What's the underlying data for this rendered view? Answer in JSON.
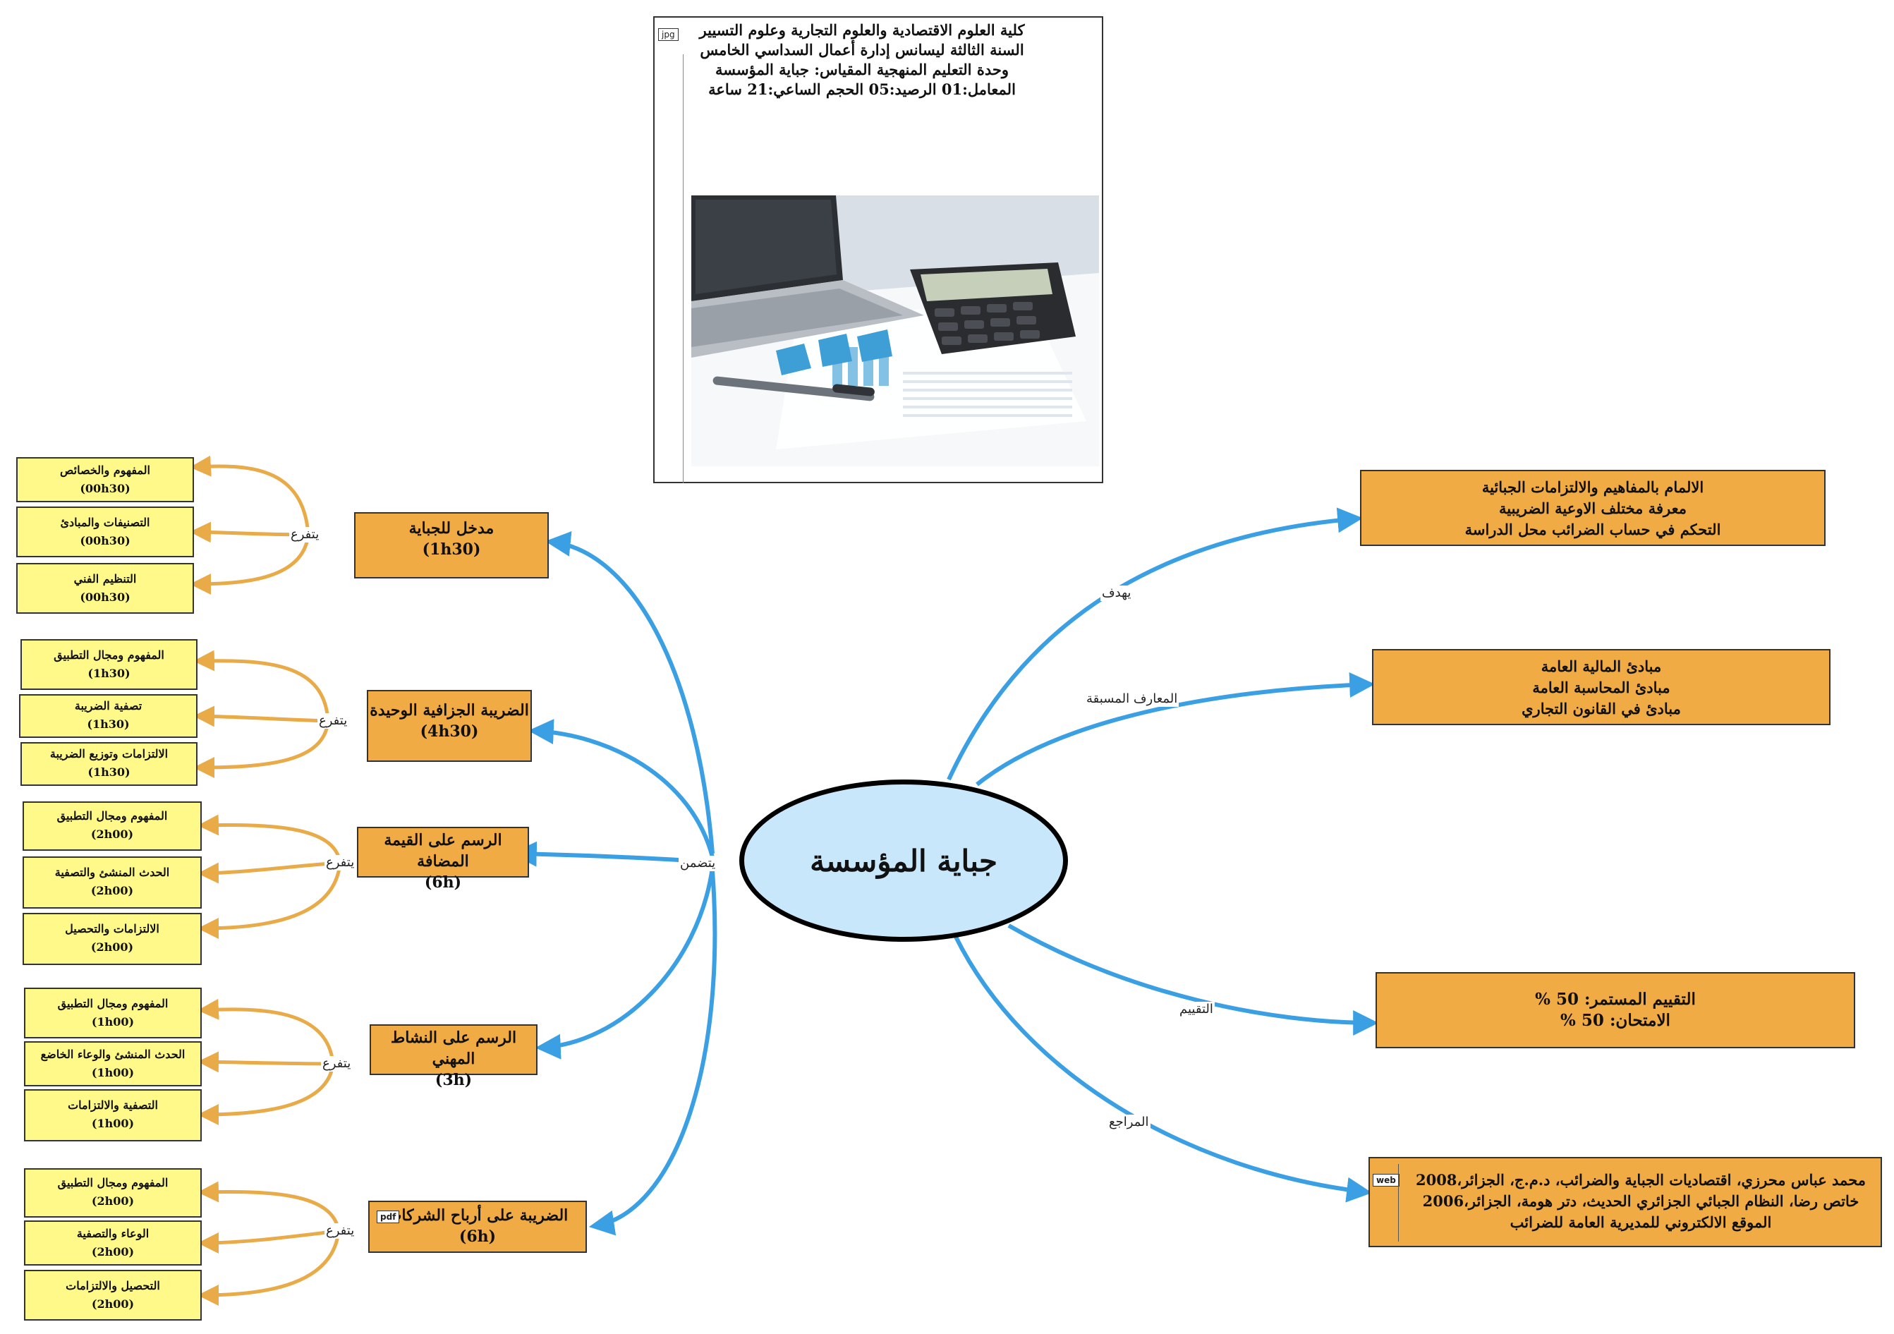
{
  "central": {
    "title": "جباية المؤسسة"
  },
  "course_info": {
    "badge": "jpg",
    "lines": [
      "كلية العلوم الاقتصادية والعلوم التجارية وعلوم التسيير",
      "السنة الثالثة ليسانس إدارة أعمال",
      "السداسي الخامس",
      "وحدة التعليم المنهجية",
      "المقياس: جباية المؤسسة",
      "المعامل:01",
      "الرصيد:05",
      "الحجم الساعي:21 ساعة"
    ],
    "image": "calculator-laptop-photo"
  },
  "edge_labels": {
    "contains": "يتضمن",
    "branches": "يتفرع",
    "aims": "يهدف",
    "prior": "المعارف المسبقة",
    "evaluation": "التقييم",
    "references": "المراجع"
  },
  "topics": [
    {
      "title": "مدخل للجباية",
      "hours": "(1h30)",
      "subs": [
        {
          "title": "المفهوم والخصائص",
          "hours": "(00h30)"
        },
        {
          "title": "التصنيفات والمبادئ",
          "hours": "(00h30)"
        },
        {
          "title": "التنظيم الفني",
          "hours": "(00h30)"
        }
      ]
    },
    {
      "title": "الضريبة الجزافية الوحيدة",
      "hours": "(4h30)",
      "subs": [
        {
          "title": "المفهوم ومجال التطبيق",
          "hours": "(1h30)"
        },
        {
          "title": "تصفية الضريبة",
          "hours": "(1h30)"
        },
        {
          "title": "الالتزامات وتوزيع الضريبة",
          "hours": "(1h30)"
        }
      ]
    },
    {
      "title": "الرسم على القيمة المضافة",
      "hours": "(6h)",
      "subs": [
        {
          "title": "المفهوم ومجال التطبيق",
          "hours": "(2h00)"
        },
        {
          "title": "الحدث المنشئ والتصفية",
          "hours": "(2h00)"
        },
        {
          "title": "الالتزامات والتحصيل",
          "hours": "(2h00)"
        }
      ]
    },
    {
      "title": "الرسم على النشاط المهني",
      "hours": "(3h)",
      "subs": [
        {
          "title": "المفهوم ومجال التطبيق",
          "hours": "(1h00)"
        },
        {
          "title": "الحدث المنشئ والوعاء الخاضع",
          "hours": "(1h00)"
        },
        {
          "title": "التصفية والالتزامات",
          "hours": "(1h00)"
        }
      ]
    },
    {
      "title": "الضريبة على أرباح الشركات",
      "hours": "(6h)",
      "badge": "pdf",
      "subs": [
        {
          "title": "المفهوم ومجال التطبيق",
          "hours": "(2h00)"
        },
        {
          "title": "الوعاء والتصفية",
          "hours": "(2h00)"
        },
        {
          "title": "التحصيل والالتزامات",
          "hours": "(2h00)"
        }
      ]
    }
  ],
  "objectives": [
    "الالمام بالمفاهيم والالتزامات الجبائية",
    "معرفة مختلف الاوعية الضريبية",
    "التحكم في حساب الضرائب محل الدراسة"
  ],
  "prerequisites": [
    "مبادئ المالية العامة",
    "مبادئ المحاسبة العامة",
    "مبادئ في القانون التجاري"
  ],
  "evaluation": [
    "التقييم المستمر: 50 %",
    "الامتحان: 50 %"
  ],
  "references": {
    "badge": "web",
    "lines": [
      "محمد عباس محرزي، اقتصاديات الجباية والضرائب، د.م.ج، الجزائر،2008",
      "خاتص رضا، النظام الجبائي الجزائري الحديث، دتر هومة، الجزائر،2006",
      "الموقع الالكتروني للمديرية العامة للضرائب"
    ]
  },
  "colors": {
    "blue_link": "#3aa0e3",
    "orange_link": "#e9aa48",
    "topic_fill": "#f1ab45",
    "leaf_fill": "#fff98a",
    "central_fill": "#c9e7fb"
  }
}
